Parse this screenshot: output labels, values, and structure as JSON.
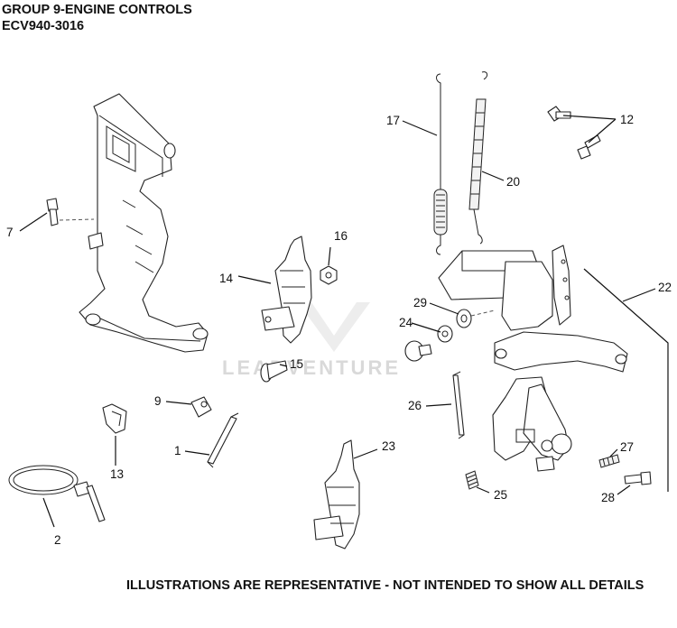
{
  "header": {
    "title": "GROUP 9-ENGINE CONTROLS",
    "model": "ECV940-3016"
  },
  "footer": {
    "note": "ILLUSTRATIONS ARE REPRESENTATIVE - NOT INTENDED TO SHOW ALL DETAILS"
  },
  "watermark": {
    "text": "LEADVENTURE"
  },
  "callouts": {
    "c1": "1",
    "c2": "2",
    "c7": "7",
    "c9": "9",
    "c12": "12",
    "c13": "13",
    "c14": "14",
    "c15": "15",
    "c16": "16",
    "c17": "17",
    "c20": "20",
    "c22": "22",
    "c23": "23",
    "c24": "24",
    "c25": "25",
    "c26": "26",
    "c27": "27",
    "c28": "28",
    "c29": "29"
  }
}
